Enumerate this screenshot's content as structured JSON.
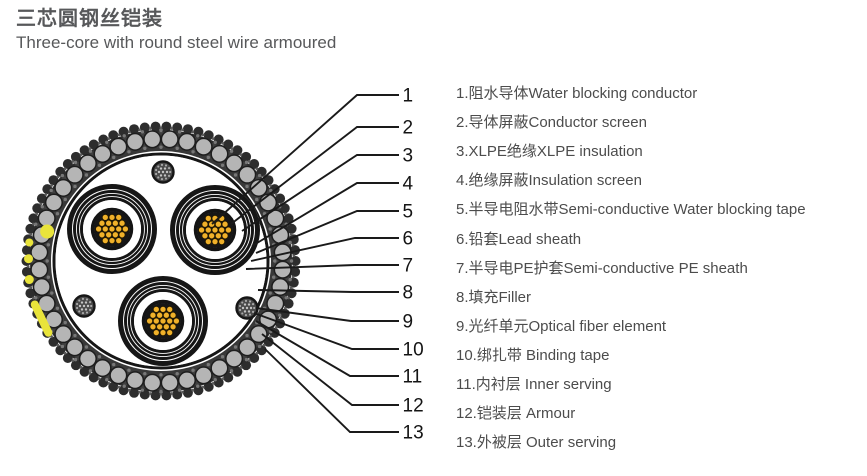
{
  "header": {
    "title_zh": "三芯圆钢丝铠装",
    "title_en": "Three-core with round steel wire armoured"
  },
  "callouts": {
    "numbers": [
      "1",
      "2",
      "3",
      "4",
      "5",
      "6",
      "7",
      "8",
      "9",
      "10",
      "11",
      "12",
      "13"
    ]
  },
  "legend": {
    "items": [
      {
        "text": "1.阻水导体Water blocking conductor"
      },
      {
        "text": "2.导体屏蔽Conductor screen"
      },
      {
        "text": "3.XLPE绝缘XLPE insulation"
      },
      {
        "text": "4.绝缘屏蔽Insulation screen"
      },
      {
        "text": "5.半导电阻水带Semi-conductive Water blocking tape"
      },
      {
        "text": "6.铅套Lead sheath"
      },
      {
        "text": "7.半导电PE护套Semi-conductive PE sheath"
      },
      {
        "text": "8.填充Filler"
      },
      {
        "text": "9.光纤单元Optical fiber element"
      },
      {
        "text": "10.绑扎带 Binding tape"
      },
      {
        "text": "11.内衬层 Inner serving"
      },
      {
        "text": "12.铠装层 Armour"
      },
      {
        "text": "13.外被层 Outer serving"
      }
    ]
  },
  "colors": {
    "outer_serving": "#2d2d2d",
    "armour_bed": "#404040",
    "armour_wire": "#b5b5b5",
    "inner_serving": "#383838",
    "ring_black": "#161616",
    "conductor_yellow": "#f0b12a",
    "marker_yellow": "#e9e43b",
    "text_gray": "#4c4c4c",
    "title_gray": "#57585a"
  }
}
